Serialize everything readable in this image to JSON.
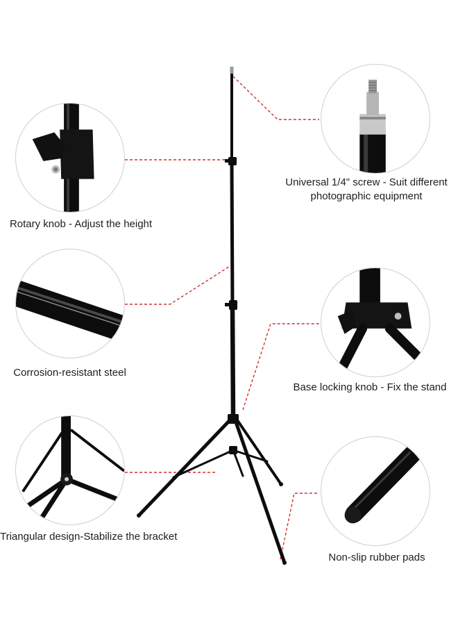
{
  "features": [
    {
      "id": "rotary",
      "icon": "rotary-knob-closeup",
      "caption": "Rotary knob - Adjust the height"
    },
    {
      "id": "steel",
      "icon": "steel-tube-closeup",
      "caption": "Corrosion-resistant steel"
    },
    {
      "id": "triangle",
      "icon": "tripod-base-closeup",
      "caption": "Triangular design-Stabilize the bracket"
    },
    {
      "id": "screw",
      "icon": "quarter-inch-screw-closeup",
      "caption": "Universal 1/4\" screw - Suit different photographic equipment"
    },
    {
      "id": "baseknob",
      "icon": "base-locking-knob-closeup",
      "caption": "Base locking knob - Fix the stand"
    },
    {
      "id": "pads",
      "icon": "rubber-foot-closeup",
      "caption": "Non-slip rubber pads"
    }
  ],
  "colors": {
    "leader": "#d32f2f",
    "metal": "#0d0d0d",
    "border": "#cfcfcf"
  }
}
